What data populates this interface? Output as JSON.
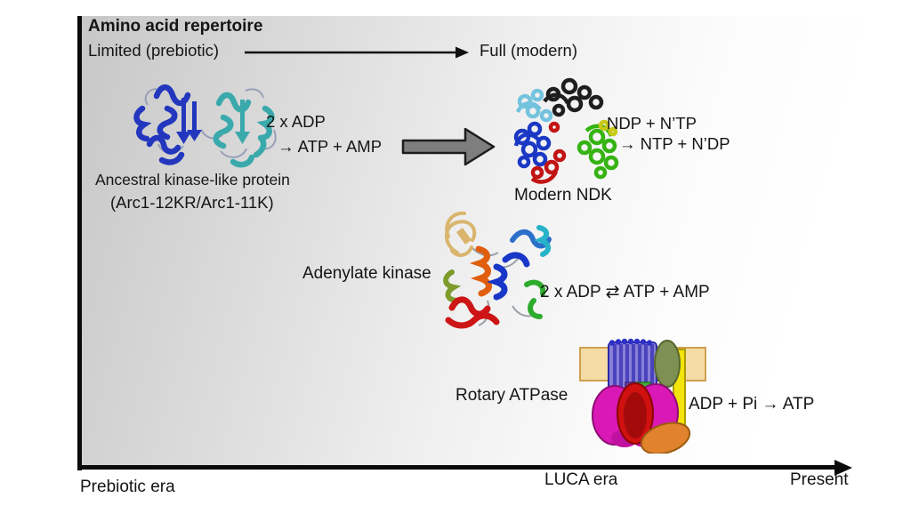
{
  "header": {
    "title": "Amino acid repertoire",
    "from_label": "Limited (prebiotic)",
    "to_label": "Full (modern)"
  },
  "ancestral_kinase": {
    "reaction_line1": "2 x ADP",
    "reaction_line2": "→ ATP + AMP",
    "caption_line1": "Ancestral kinase-like protein",
    "caption_line2": "(Arc1-12KR/Arc1-11K)"
  },
  "modern_ndk": {
    "reaction_line1": "NDP + N’TP",
    "reaction_line2": "→ NTP + N’DP",
    "caption": "Modern NDK"
  },
  "adenylate_kinase": {
    "label": "Adenylate kinase",
    "reaction": "2 x ADP ⇄ ATP + AMP"
  },
  "rotary_atpase": {
    "label": "Rotary ATPase",
    "reaction": "ADP + Pi → ATP"
  },
  "timeline": {
    "start_label": "Prebiotic era",
    "middle_label": "LUCA era",
    "end_label": "Present"
  },
  "colors": {
    "axis": "#0b0b0b",
    "gradient_start": "#c7c7c7",
    "evolution_arrow": "#7e7e7e",
    "ancestral_domain_blue": "#2337be",
    "ancestral_domain_teal": "#3aa9ac",
    "ndk_black": "#1e1e1e",
    "ndk_cyan": "#74c3de",
    "ndk_blue": "#1b38c4",
    "ndk_red": "#c21414",
    "ndk_green": "#35b312",
    "membrane": "#f4dca4",
    "c_ring": "#8880d8",
    "f1_head_magenta": "#da18b5",
    "f1_center_red": "#d11010",
    "peripheral_stalk_yellow": "#f2e40c",
    "orange_subunit": "#e0832c"
  }
}
